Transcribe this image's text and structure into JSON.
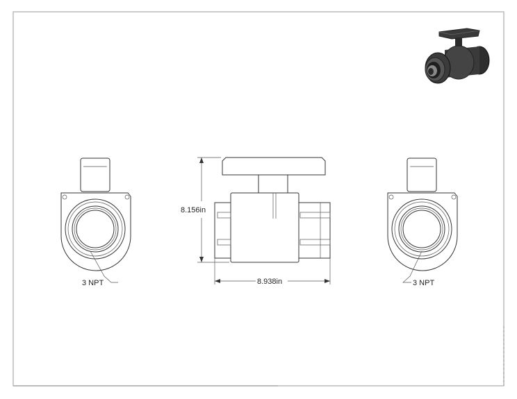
{
  "dimensions": {
    "height": "8.156in",
    "width": "8.938in"
  },
  "callouts": {
    "left": "3 NPT",
    "right": "3 NPT"
  },
  "iso_view": {
    "description_icon": "ball-valve-3d-icon"
  }
}
